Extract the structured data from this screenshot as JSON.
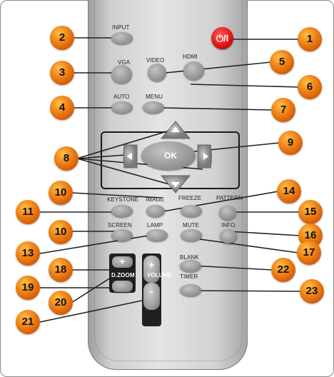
{
  "labels": {
    "input": "INPUT",
    "vga": "VGA",
    "video": "VIDEO",
    "hdmi": "HDMI",
    "auto": "AUTO",
    "menu": "MENU",
    "keystone": "KEYSTONE",
    "image": "IMAGE",
    "freeze": "FREEZE",
    "pattern": "PATTERN",
    "screen": "SCREEN",
    "lamp": "LAMP",
    "mute": "MUTE",
    "info": "INFO.",
    "blank": "BLANK",
    "timer": "TIMER",
    "dzoom": "D.ZOOM",
    "volume": "VOLUME",
    "ok": "OK",
    "power": "⏻/I",
    "plus": "+",
    "minus": "-"
  },
  "callouts": [
    "1",
    "2",
    "3",
    "4",
    "5",
    "6",
    "7",
    "8",
    "9",
    "10",
    "10",
    "11",
    "13",
    "14",
    "15",
    "16",
    "17",
    "18",
    "19",
    "20",
    "21",
    "22",
    "23"
  ],
  "colors": {
    "callout": "#f28a1a",
    "power": "#e01010",
    "remote": "#d9d9d9"
  }
}
